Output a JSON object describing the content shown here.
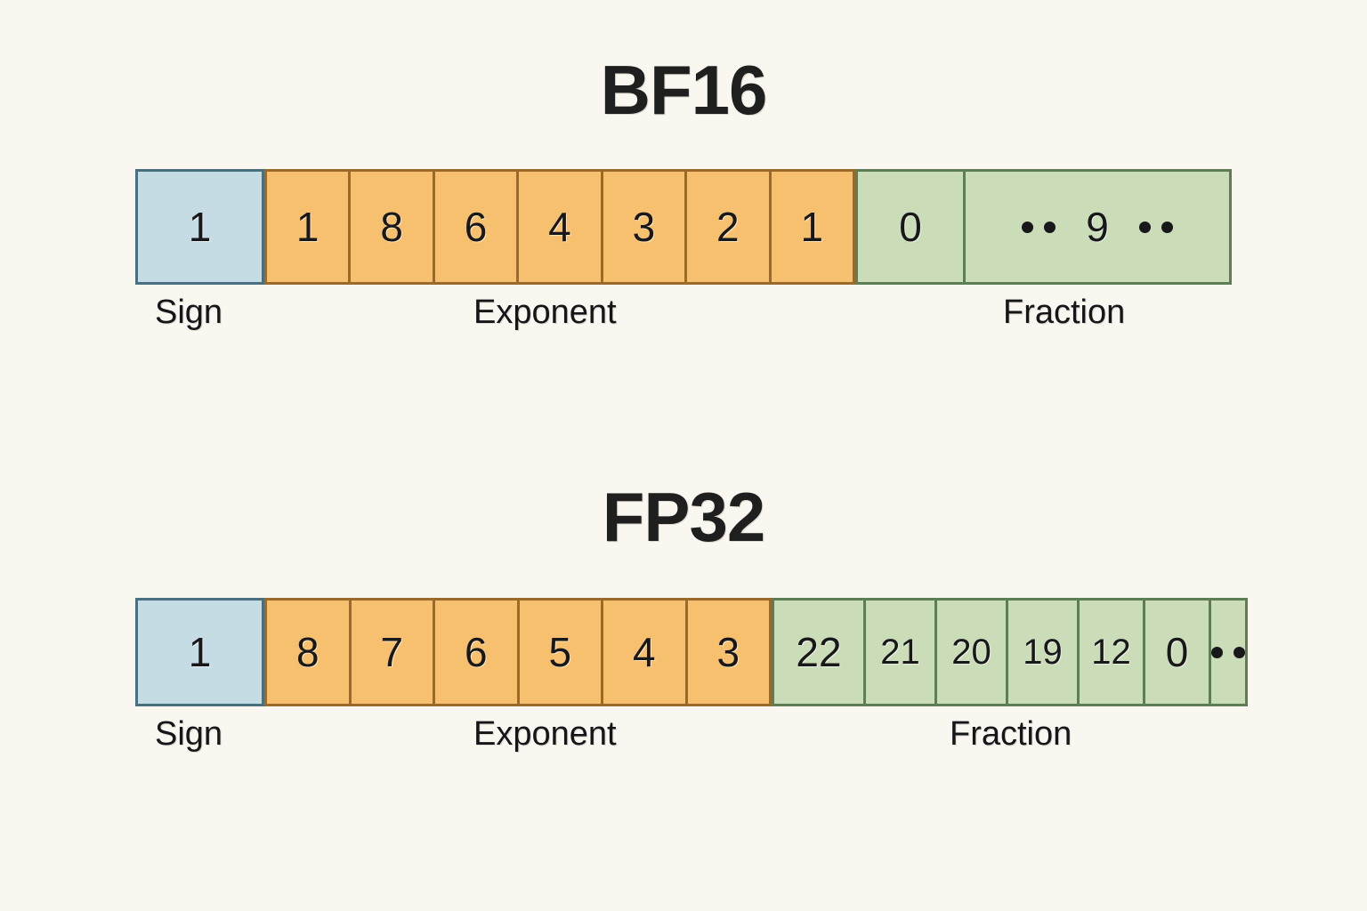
{
  "background_color": "#faf7f0",
  "colors": {
    "sign_fill": "#c6dce4",
    "sign_border": "#4a6f7e",
    "exponent_fill": "#f7c06e",
    "exponent_border": "#9a6a2b",
    "fraction_fill": "#cbdcb9",
    "fraction_border": "#5d7d54",
    "text": "#18181a"
  },
  "formats": [
    {
      "title": "BF16",
      "sign": {
        "label": "Sign",
        "cells": [
          "1"
        ]
      },
      "exponent": {
        "label": "Exponent",
        "cells": [
          "1",
          "8",
          "6",
          "4",
          "3",
          "2",
          "1"
        ]
      },
      "fraction": {
        "label": "Fraction",
        "cells": [
          "0",
          "9"
        ]
      }
    },
    {
      "title": "FP32",
      "sign": {
        "label": "Sign",
        "cells": [
          "1"
        ]
      },
      "exponent": {
        "label": "Exponent",
        "cells": [
          "8",
          "7",
          "6",
          "5",
          "4",
          "3"
        ]
      },
      "fraction": {
        "label": "Fraction",
        "cells": [
          "22",
          "21",
          "20",
          "19",
          "12",
          "0",
          ".."
        ]
      }
    }
  ]
}
